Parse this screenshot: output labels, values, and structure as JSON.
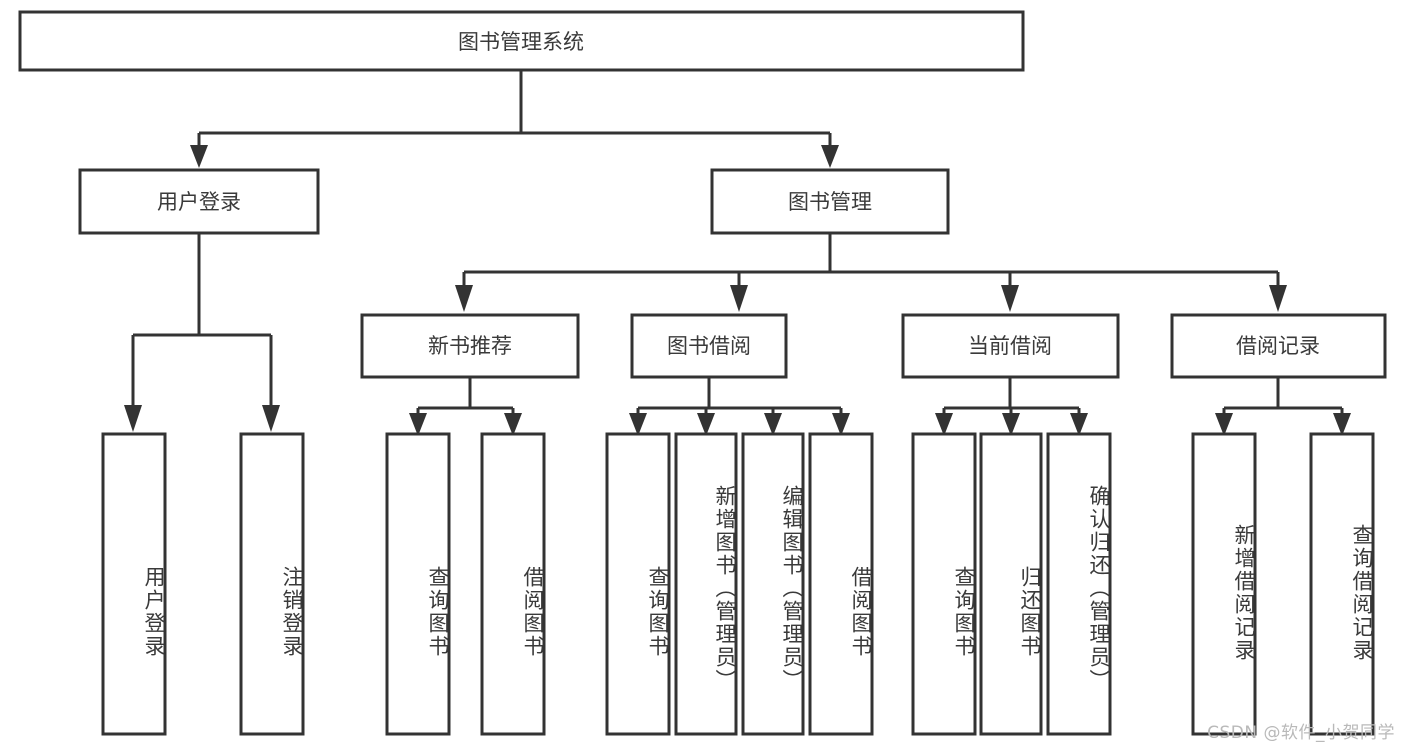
{
  "diagram": {
    "title": "图书管理系统",
    "watermark": "CSDN @软件_小贺同学",
    "colors": {
      "stroke": "#333333",
      "text": "#3a3a3a",
      "background": "#ffffff",
      "watermark": "#b9b9b9"
    },
    "root": {
      "label": "图书管理系统"
    },
    "level2": [
      {
        "label": "用户登录"
      },
      {
        "label": "图书管理"
      }
    ],
    "level3": [
      {
        "label": "新书推荐"
      },
      {
        "label": "图书借阅"
      },
      {
        "label": "当前借阅"
      },
      {
        "label": "借阅记录"
      }
    ],
    "leaves": {
      "user_login": [
        {
          "label": "用户登录"
        },
        {
          "label": "注销登录"
        }
      ],
      "new_book_recommend": [
        {
          "label": "查询图书"
        },
        {
          "label": "借阅图书"
        }
      ],
      "book_borrow": [
        {
          "label": "查询图书"
        },
        {
          "label": "新增图书（管理员）"
        },
        {
          "label": "编辑图书（管理员）"
        },
        {
          "label": "借阅图书"
        }
      ],
      "current_borrow": [
        {
          "label": "查询图书"
        },
        {
          "label": "归还图书"
        },
        {
          "label": "确认归还（管理员）"
        }
      ],
      "borrow_record": [
        {
          "label": "新增借阅记录"
        },
        {
          "label": "查询借阅记录"
        }
      ]
    }
  }
}
